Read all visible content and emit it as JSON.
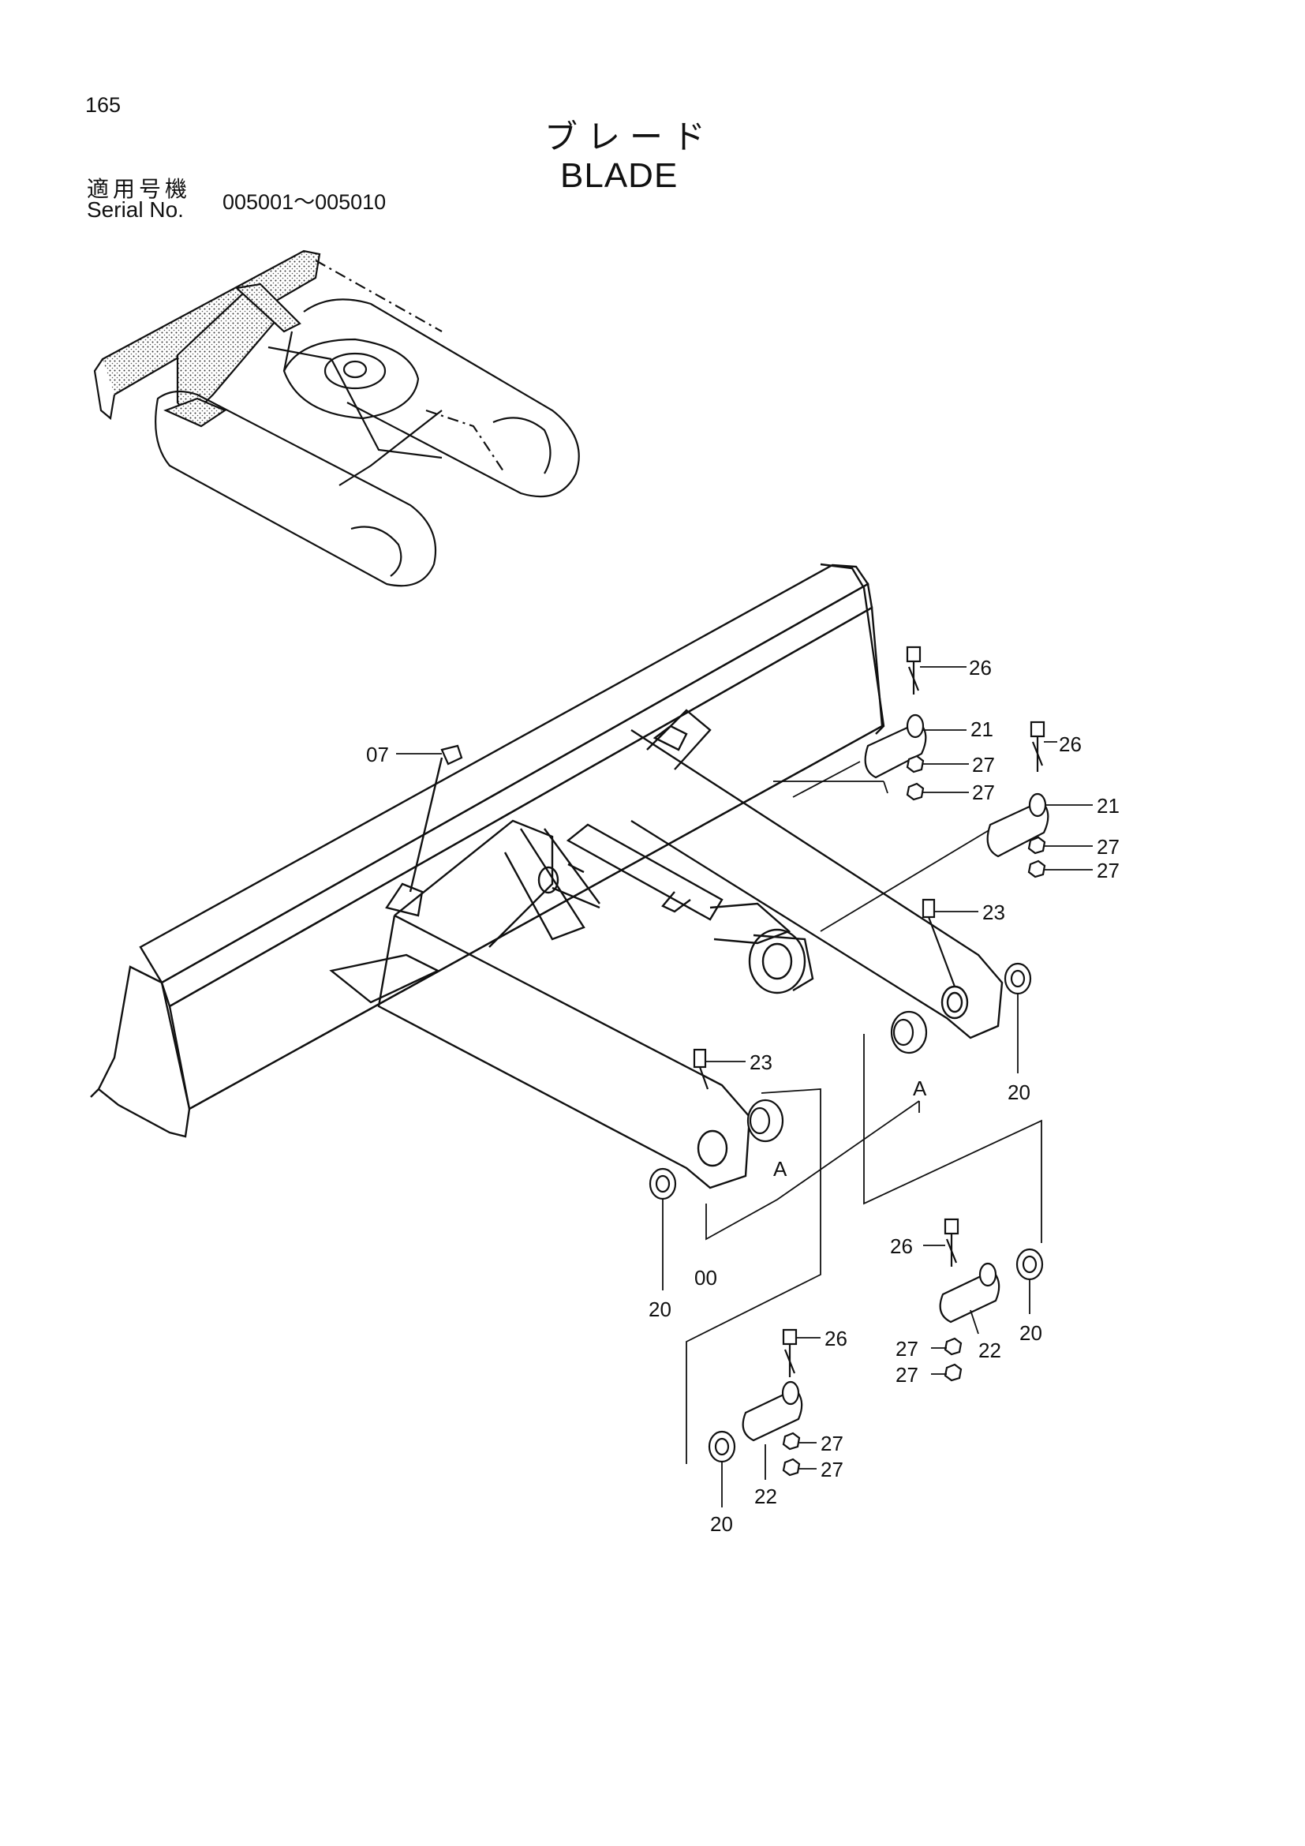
{
  "page_number": "165",
  "title_jp": "ブレード",
  "title_en": "BLADE",
  "serial": {
    "label_jp": "適用号機",
    "label_en": "Serial No.",
    "range": "005001～005010"
  },
  "callouts": [
    {
      "id": "c07",
      "text": "07"
    },
    {
      "id": "c26a",
      "text": "26"
    },
    {
      "id": "c21a",
      "text": "21"
    },
    {
      "id": "c27a",
      "text": "27"
    },
    {
      "id": "c27b",
      "text": "27"
    },
    {
      "id": "c26b",
      "text": "26"
    },
    {
      "id": "c21b",
      "text": "21"
    },
    {
      "id": "c27c",
      "text": "27"
    },
    {
      "id": "c27d",
      "text": "27"
    },
    {
      "id": "c23a",
      "text": "23"
    },
    {
      "id": "c20a",
      "text": "20"
    },
    {
      "id": "c23b",
      "text": "23"
    },
    {
      "id": "cA1",
      "text": "A"
    },
    {
      "id": "cA2",
      "text": "A"
    },
    {
      "id": "c20b",
      "text": "20"
    },
    {
      "id": "c00",
      "text": "00"
    },
    {
      "id": "c26c",
      "text": "26"
    },
    {
      "id": "c20c",
      "text": "20"
    },
    {
      "id": "c27e",
      "text": "27"
    },
    {
      "id": "c22a",
      "text": "22"
    },
    {
      "id": "c27f",
      "text": "27"
    },
    {
      "id": "c26d",
      "text": "26"
    },
    {
      "id": "c27g",
      "text": "27"
    },
    {
      "id": "c27h",
      "text": "27"
    },
    {
      "id": "c22b",
      "text": "22"
    },
    {
      "id": "c20d",
      "text": "20"
    }
  ]
}
